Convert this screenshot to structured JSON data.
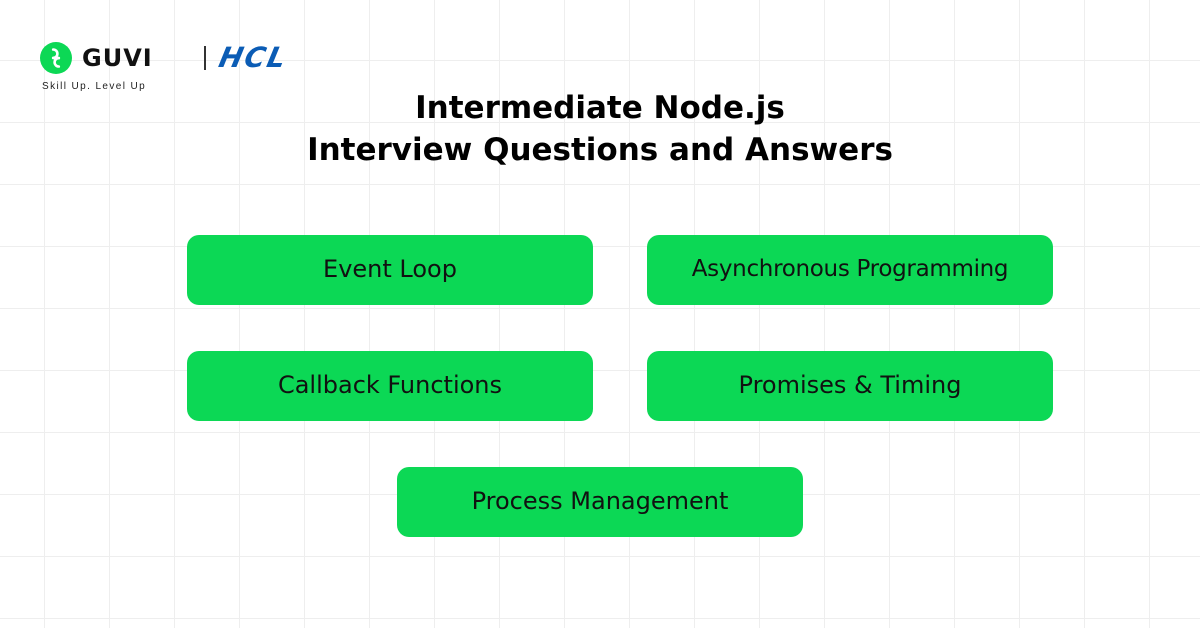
{
  "brand": {
    "guvi_name": "GUVI",
    "partner_name": "HCL",
    "tagline": "Skill Up. Level Up",
    "colors": {
      "guvi_green": "#0cd855",
      "hcl_blue": "#0b5cb5"
    }
  },
  "title": {
    "line1": "Intermediate Node.js",
    "line2": "Interview Questions and Answers"
  },
  "topics": [
    "Event Loop",
    "Asynchronous Programming",
    "Callback Functions",
    "Promises & Timing",
    "Process Management"
  ]
}
